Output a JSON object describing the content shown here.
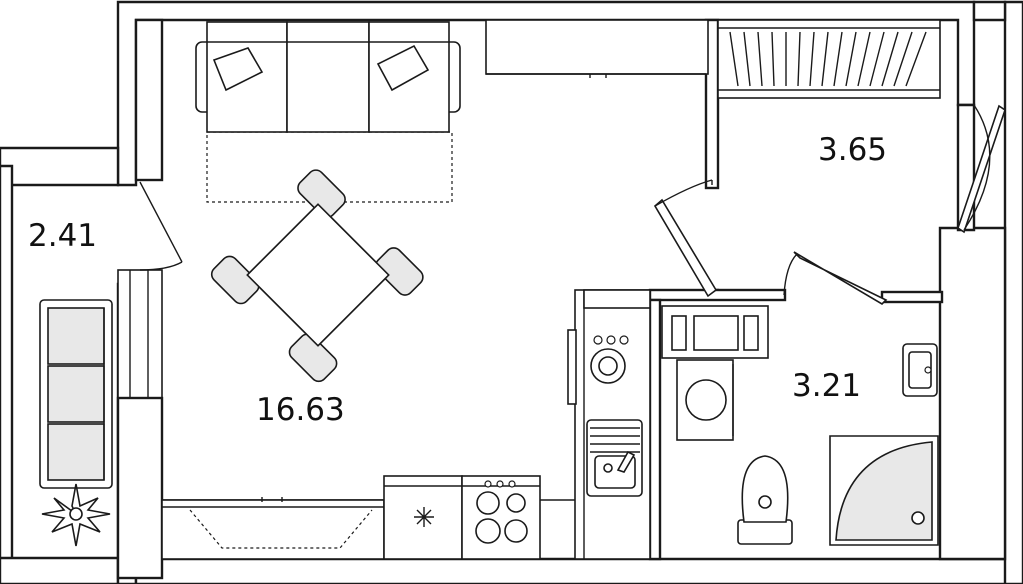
{
  "rooms": [
    {
      "id": "loggia",
      "area": "2.41"
    },
    {
      "id": "hallway",
      "area": "3.65"
    },
    {
      "id": "bathroom",
      "area": "3.21"
    },
    {
      "id": "living-kitchen",
      "area": "16.63"
    }
  ],
  "colors": {
    "wall": "#1a1a1a",
    "furniture_fill": "#e8e8e8",
    "background": "#ffffff"
  }
}
